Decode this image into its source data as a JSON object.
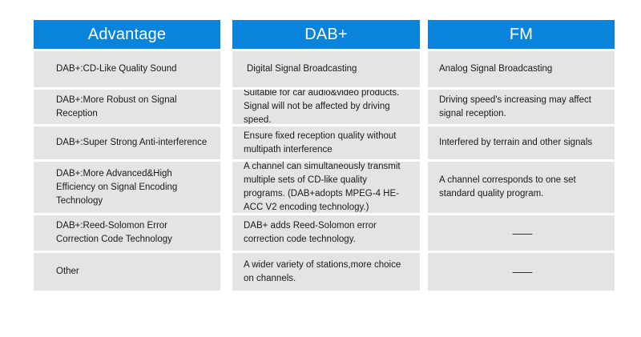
{
  "table": {
    "columns": [
      {
        "key": "advantage",
        "header": "Advantage",
        "cells": [
          "DAB+:CD-Like Quality Sound",
          "DAB+:More Robust on Signal Reception",
          "DAB+:Super Strong Anti-interference",
          "DAB+:More Advanced&High Efficiency on Signal Encoding Technology",
          "DAB+:Reed-Solomon Error Correction Code Technology",
          "Other"
        ]
      },
      {
        "key": "dab_plus",
        "header": "DAB+",
        "cells": [
          "Digital Signal Broadcasting",
          "Suitable for car audio&video products. Signal will not be affected by driving speed.",
          "Ensure fixed reception quality without multipath interference",
          "A channel can simultaneously transmit multiple sets of CD-like quality programs. (DAB+adopts MPEG-4 HE-ACC V2 encoding technology.)",
          "DAB+ adds Reed-Solomon error correction code technology.",
          "A wider variety of stations,more choice on channels."
        ]
      },
      {
        "key": "fm",
        "header": "FM",
        "cells": [
          "Analog Signal Broadcasting",
          "Driving speed's increasing may affect signal reception.",
          "Interfered by terrain and other signals",
          "A channel corresponds to one set standard quality program.",
          "——",
          "——"
        ]
      }
    ]
  },
  "colors": {
    "header_background": "#0a84da",
    "header_text": "#ffffff",
    "cell_background": "#e4e4e4",
    "cell_text": "#1a1a1a",
    "page_background": "#ffffff"
  }
}
